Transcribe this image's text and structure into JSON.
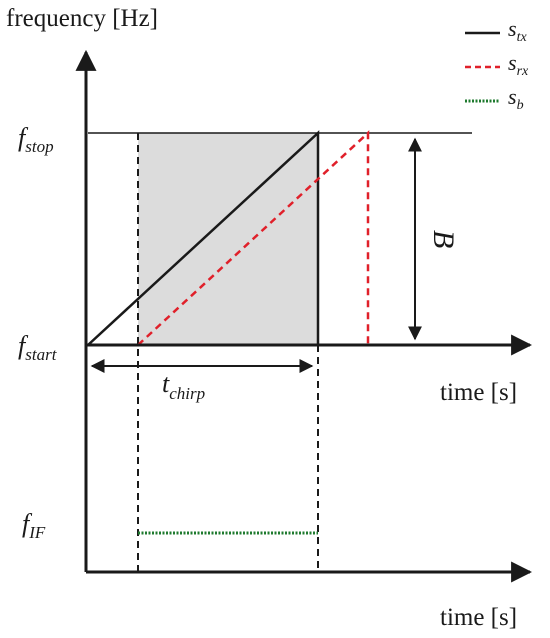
{
  "labels": {
    "y_axis": "frequency [Hz]",
    "x_axis_top": "time [s]",
    "x_axis_bottom": "time [s]",
    "f_stop": {
      "base": "f",
      "sub": "stop"
    },
    "f_start": {
      "base": "f",
      "sub": "start"
    },
    "f_if": {
      "base": "f",
      "sub": "IF"
    },
    "t_chirp": {
      "base": "t",
      "sub": "chirp"
    },
    "bandwidth": "B"
  },
  "legend": [
    {
      "base": "s",
      "sub": "tx",
      "color": "#1a1a1a",
      "style": "solid"
    },
    {
      "base": "s",
      "sub": "rx",
      "color": "#e0202a",
      "style": "dashed"
    },
    {
      "base": "s",
      "sub": "b",
      "color": "#1e7a2e",
      "style": "dotted"
    }
  ],
  "colors": {
    "axis": "#1a1a1a",
    "tx": "#1a1a1a",
    "rx": "#e0202a",
    "beat": "#1e7a2e",
    "overlap_fill": "#dcdcdc"
  }
}
